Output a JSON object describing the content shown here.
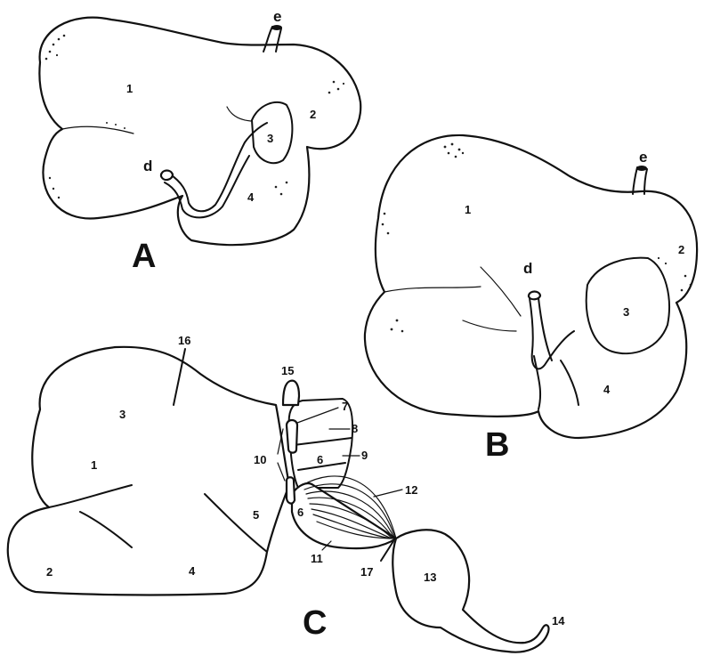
{
  "figure": {
    "panels": [
      {
        "id": "A",
        "label": "A",
        "part_labels": [
          "1",
          "2",
          "3",
          "4"
        ],
        "vessel_labels": [
          "e",
          "d"
        ]
      },
      {
        "id": "B",
        "label": "B",
        "part_labels": [
          "1",
          "2",
          "3",
          "4"
        ],
        "vessel_labels": [
          "e",
          "d"
        ]
      },
      {
        "id": "C",
        "label": "C",
        "part_labels": [
          "1",
          "2",
          "3",
          "4",
          "5",
          "6",
          "6",
          "7",
          "8",
          "9",
          "10",
          "11",
          "12",
          "13",
          "14",
          "15",
          "16",
          "17"
        ]
      }
    ]
  }
}
